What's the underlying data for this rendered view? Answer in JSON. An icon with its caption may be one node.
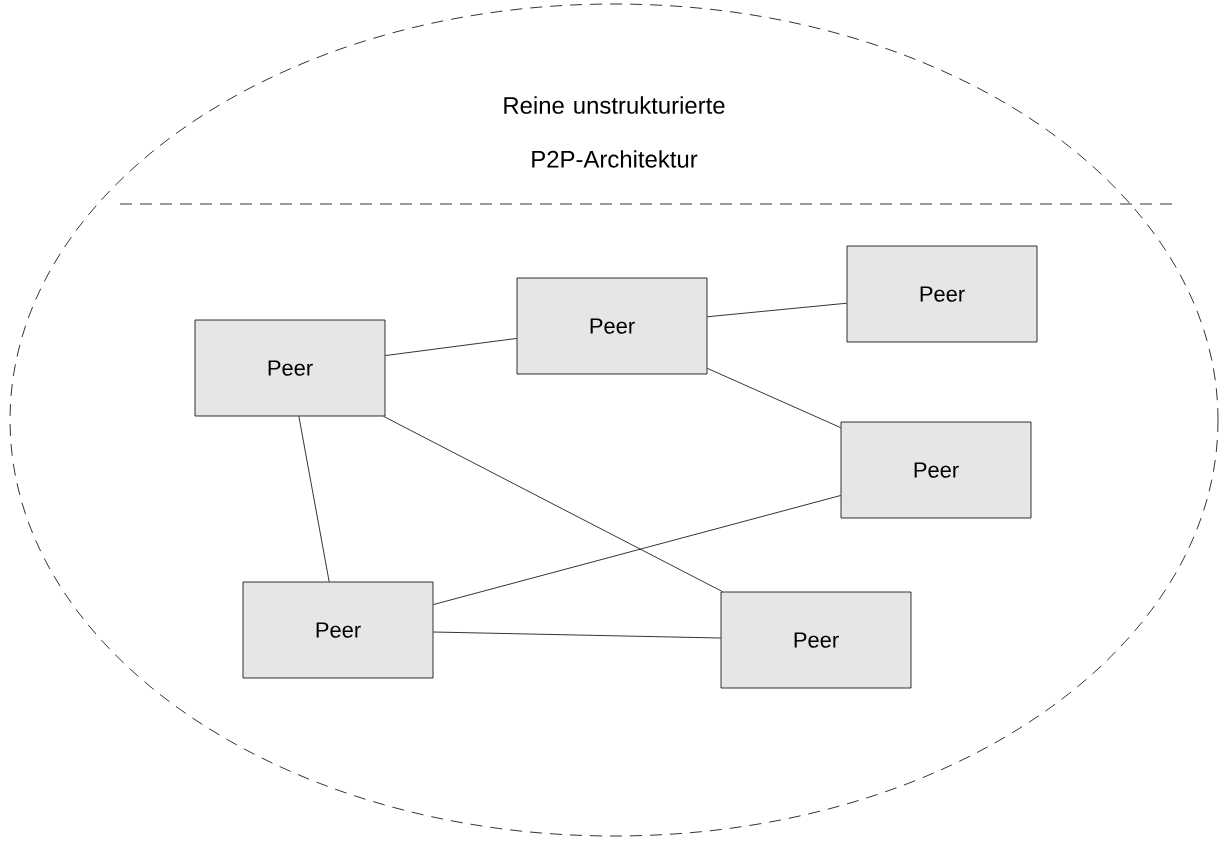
{
  "diagram": {
    "nodes": [
      {
        "text": [
          "Reine unstrukturierte P2P-Architektur"
        ]
      },
      {
        "text": [
          "Peer"
        ],
        "in": 0
      },
      {
        "text": [
          "Peer"
        ],
        "in": 0
      },
      {
        "text": [
          "Peer"
        ],
        "in": 0
      },
      {
        "text": [
          "Peer"
        ],
        "in": 0
      },
      {
        "text": [
          "Peer"
        ],
        "in": 0
      },
      {
        "text": [
          "Peer"
        ],
        "in": 0
      }
    ],
    "edges": [
      {
        "from": 1,
        "to": 2,
        "arrow": "none"
      },
      {
        "from": 2,
        "to": 3,
        "arrow": "none"
      },
      {
        "from": 2,
        "to": 4,
        "arrow": "none"
      },
      {
        "from": 1,
        "to": 5,
        "arrow": "none"
      },
      {
        "from": 1,
        "to": 6,
        "arrow": "none"
      },
      {
        "from": 5,
        "to": 4,
        "arrow": "none"
      },
      {
        "from": 5,
        "to": 6,
        "arrow": "none"
      }
    ]
  }
}
